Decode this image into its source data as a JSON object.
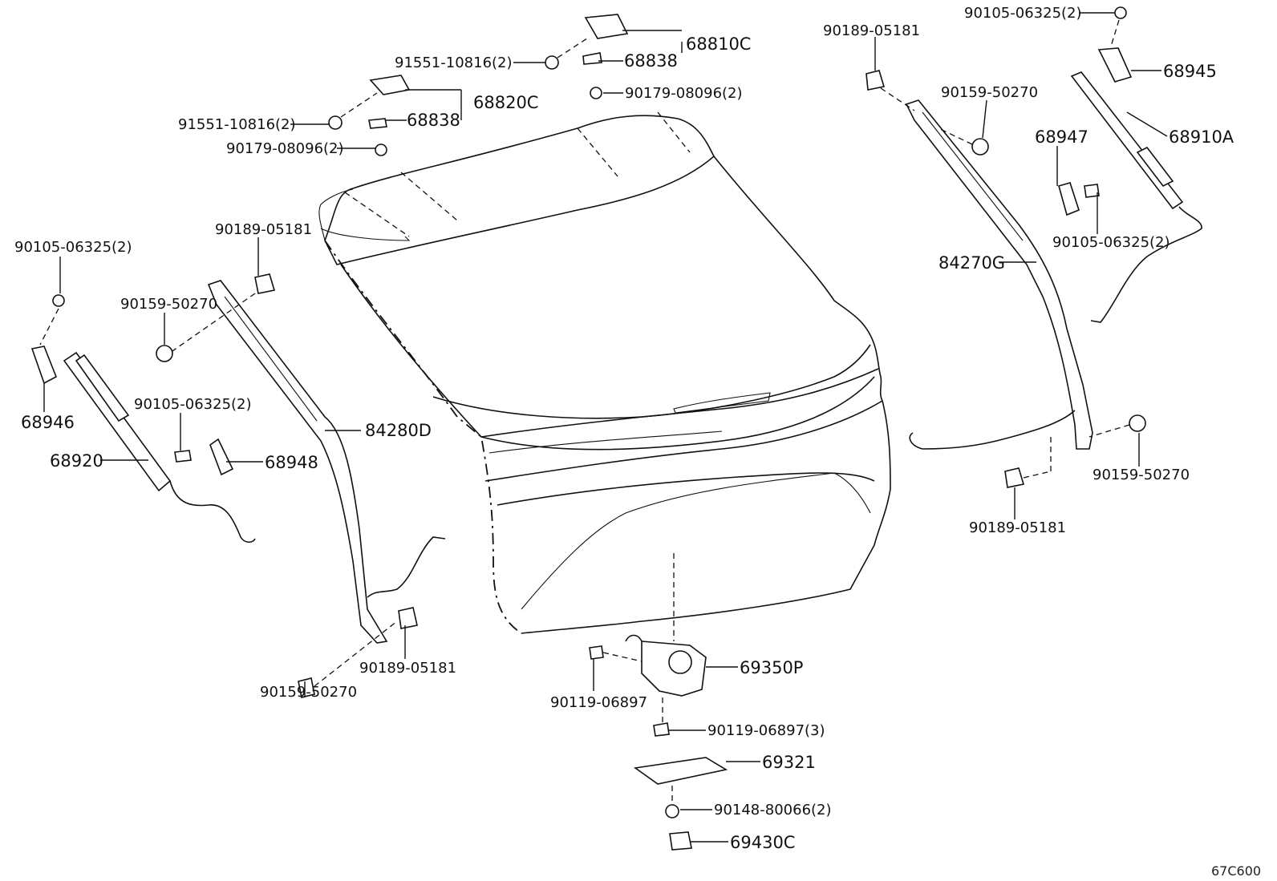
{
  "diagram_code": "67C600",
  "labels": {
    "l_90105_top": "90105-06325(2)",
    "l_68945": "68945",
    "l_68910A": "68910A",
    "l_90189_tr": "90189-05181",
    "l_90159_tr": "90159-50270",
    "l_68947": "68947",
    "l_90105_mr": "90105-06325(2)",
    "l_84270G": "84270G",
    "l_90159_rr": "90159-50270",
    "l_90189_rr": "90189-05181",
    "l_68810C": "68810C",
    "l_68838_a": "68838",
    "l_91551_a": "91551-10816(2)",
    "l_90179_a": "90179-08096(2)",
    "l_68820C": "68820C",
    "l_68838_b": "68838",
    "l_91551_b": "91551-10816(2)",
    "l_90179_b": "90179-08096(2)",
    "l_90189_ml": "90189-05181",
    "l_90105_l": "90105-06325(2)",
    "l_90159_ml": "90159-50270",
    "l_68946": "68946",
    "l_90105_ml2": "90105-06325(2)",
    "l_68920": "68920",
    "l_68948": "68948",
    "l_84280D": "84280D",
    "l_90159_bl": "90159-50270",
    "l_90189_bl": "90189-05181",
    "l_69350P": "69350P",
    "l_90119_a": "90119-06897",
    "l_90119_b": "90119-06897(3)",
    "l_69321": "69321",
    "l_90148": "90148-80066(2)",
    "l_69430C": "69430C"
  }
}
